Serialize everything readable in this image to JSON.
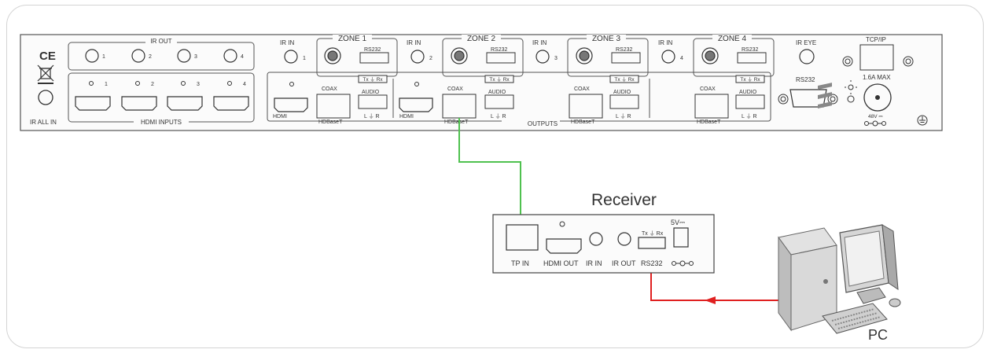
{
  "matrix": {
    "ce_mark": "CE",
    "ir_out": {
      "label": "IR OUT",
      "ports": [
        "1",
        "2",
        "3",
        "4"
      ]
    },
    "hdmi_inputs": {
      "label": "HDMI INPUTS",
      "ports": [
        "1",
        "2",
        "3",
        "4"
      ]
    },
    "ir_all_in": "IR ALL IN",
    "outputs_label": "OUTPUTS",
    "zones": [
      {
        "title": "ZONE 1",
        "ir_in": "IR IN",
        "ir_in_num": "1",
        "rs232": "RS232",
        "txrx": "Tx ⏚ Rx",
        "coax": "COAX",
        "audio": "AUDIO",
        "lr": "L ⏚ R",
        "hdbaset": "HDBaseT",
        "hdmi": "HDMI"
      },
      {
        "title": "ZONE 2",
        "ir_in": "IR IN",
        "ir_in_num": "2",
        "rs232": "RS232",
        "txrx": "Tx ⏚ Rx",
        "coax": "COAX",
        "audio": "AUDIO",
        "lr": "L ⏚ R",
        "hdbaset": "HDBaseT",
        "hdmi": "HDMI"
      },
      {
        "title": "ZONE 3",
        "ir_in": "IR IN",
        "ir_in_num": "3",
        "rs232": "RS232",
        "txrx": "Tx ⏚ Rx",
        "coax": "COAX",
        "audio": "AUDIO",
        "lr": "L ⏚ R",
        "hdbaset": "HDBaseT",
        "hdmi": ""
      },
      {
        "title": "ZONE 4",
        "ir_in": "IR IN",
        "ir_in_num": "4",
        "rs232": "RS232",
        "txrx": "Tx ⏚ Rx",
        "coax": "COAX",
        "audio": "AUDIO",
        "lr": "L ⏚ R",
        "hdbaset": "HDBaseT",
        "hdmi": ""
      }
    ],
    "ir_eye": "IR EYE",
    "rs232": "RS232",
    "tcpip": "TCP/IP",
    "power_max": "1.6A MAX",
    "power_v": "48V ⎓"
  },
  "receiver": {
    "title": "Receiver",
    "tp_in": "TP IN",
    "hdmi_out": "HDMI OUT",
    "ir_in": "IR IN",
    "ir_out": "IR OUT",
    "rs232": "RS232",
    "txrx": "Tx ⏚ Rx",
    "power": "5V⎓"
  },
  "pc": {
    "label": "PC"
  },
  "colors": {
    "hdbaset_cable": "#4fc14f",
    "rs232_cable": "#e02020",
    "panel_line": "#444444"
  }
}
